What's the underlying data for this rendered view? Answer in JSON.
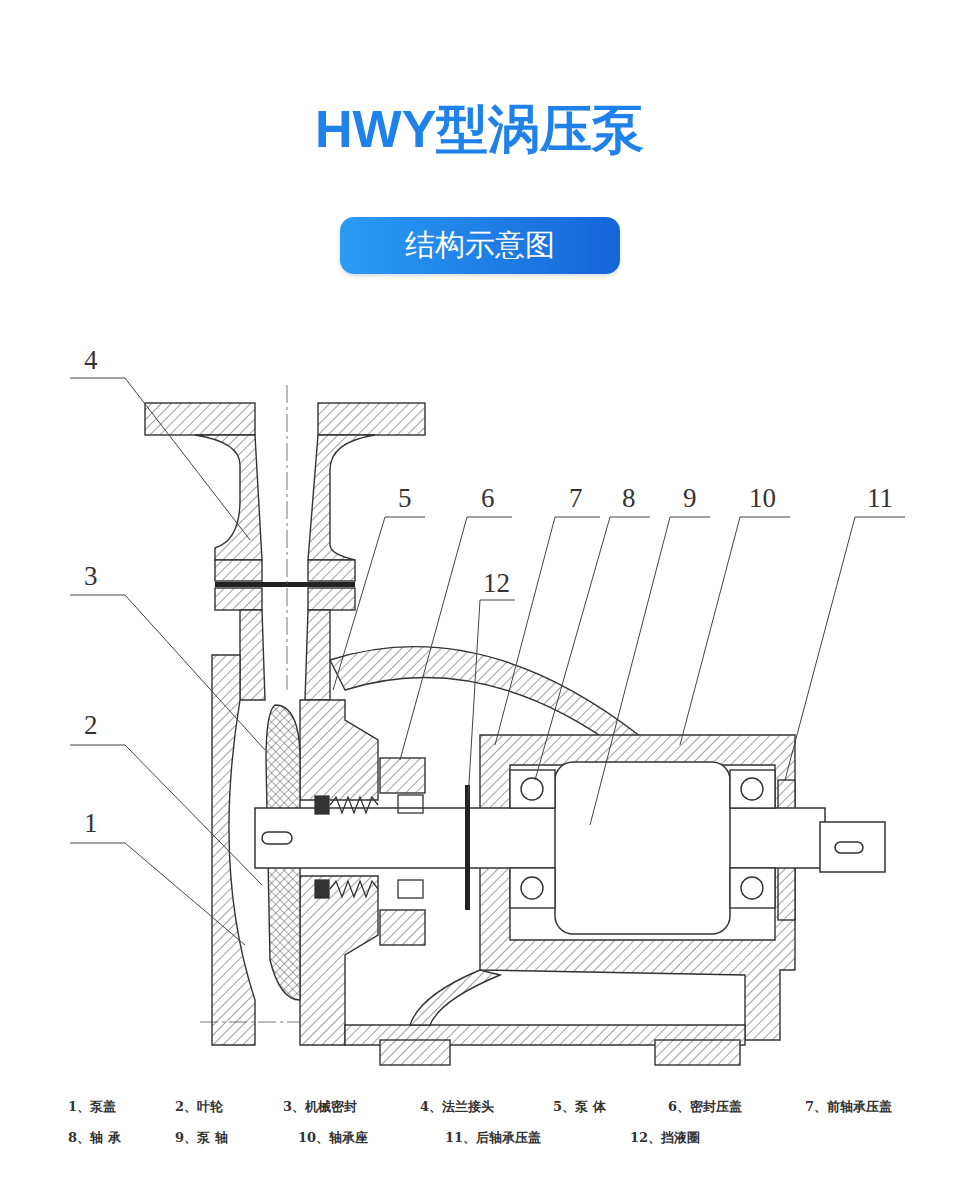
{
  "diagram": {
    "title": "HWY型涡压泵",
    "nodes": [
      {
        "text": [
          "结构示意图"
        ]
      }
    ],
    "labels": [
      "4",
      "5",
      "6",
      "7",
      "8",
      "9",
      "10",
      "11",
      "12",
      "3",
      "2",
      "1",
      "1、泵盖",
      "2、叶轮",
      "3、机械密封",
      "4、法兰接头",
      "5、泵 体",
      "6、密封压盖",
      "7、前轴承压盖",
      "8、轴 承",
      "9、泵 轴",
      "10、轴承座",
      "11、后轴承压盖",
      "12、挡液圈"
    ]
  }
}
